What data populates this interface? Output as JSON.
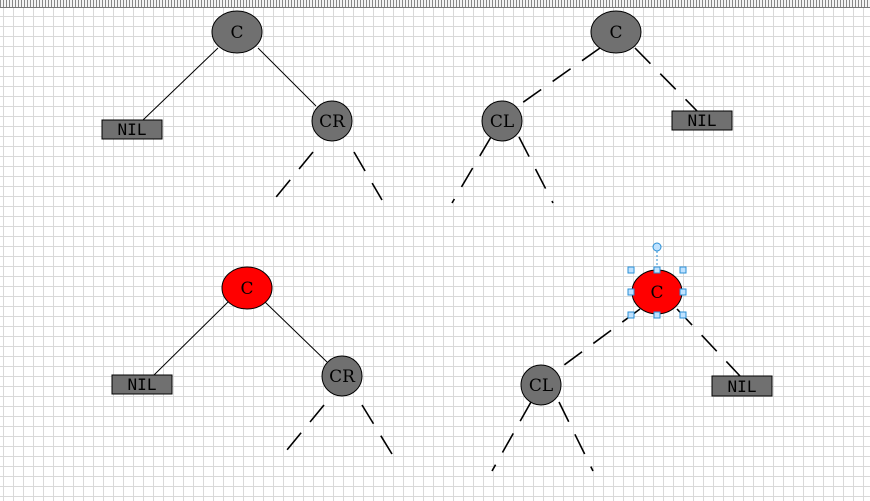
{
  "diagrams": [
    {
      "root": {
        "label": "C",
        "color": "#707070"
      },
      "nil": {
        "label": "NIL"
      },
      "child": {
        "label": "CR",
        "color": "#707070"
      }
    },
    {
      "root": {
        "label": "C",
        "color": "#707070"
      },
      "nil": {
        "label": "NIL"
      },
      "child": {
        "label": "CL",
        "color": "#707070"
      }
    },
    {
      "root": {
        "label": "C",
        "color": "#ff0000"
      },
      "nil": {
        "label": "NIL"
      },
      "child": {
        "label": "CR",
        "color": "#707070"
      }
    },
    {
      "root": {
        "label": "C",
        "color": "#ff0000"
      },
      "nil": {
        "label": "NIL"
      },
      "child": {
        "label": "CL",
        "color": "#707070"
      },
      "selected": true
    }
  ],
  "colors": {
    "nil_box": "#707070",
    "black_node": "#707070",
    "red_node": "#ff0000",
    "selection": "#2a8fd6"
  }
}
